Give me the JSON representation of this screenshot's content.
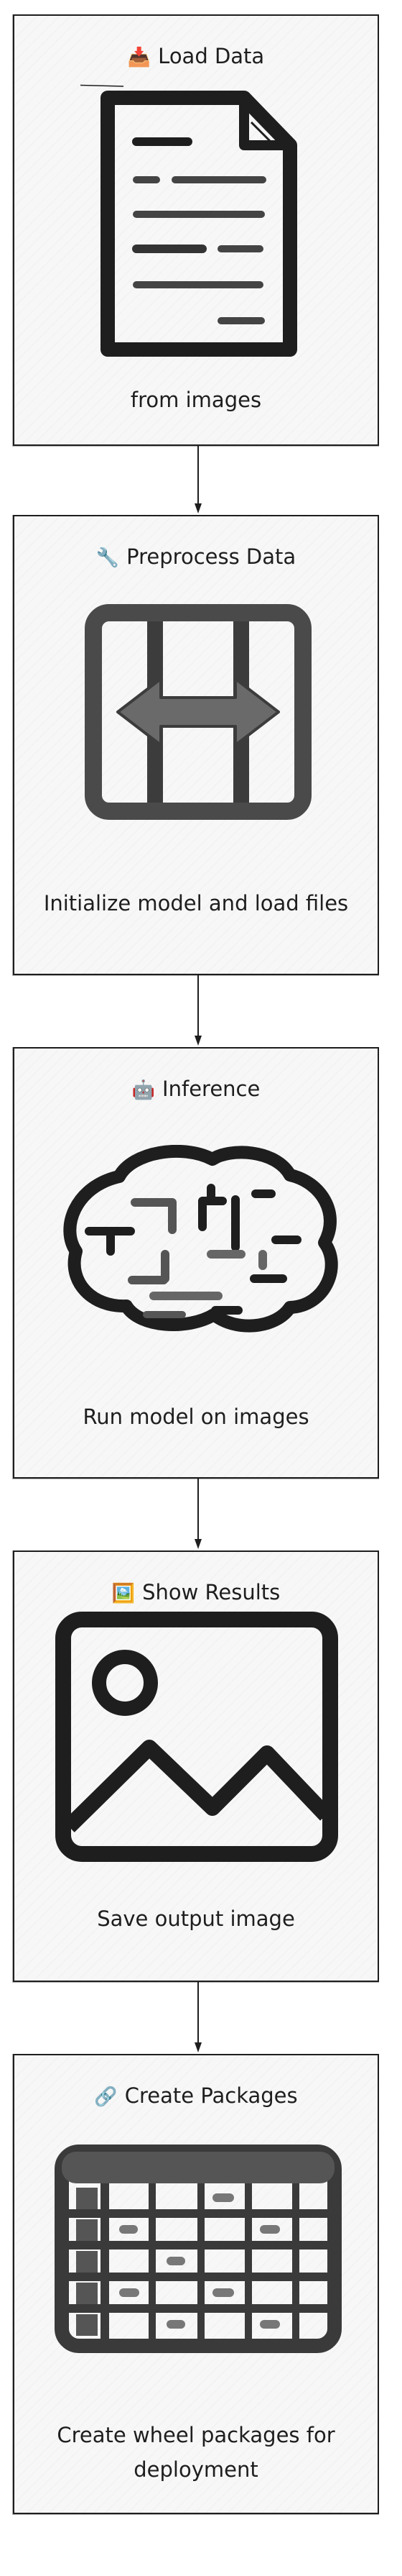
{
  "steps": [
    {
      "icon": "document-icon",
      "emoji": "📥",
      "title": "Load Data",
      "description": "from images"
    },
    {
      "icon": "split-arrows-icon",
      "emoji": "🔧",
      "title": "Preprocess Data",
      "description": "Initialize model and load files"
    },
    {
      "icon": "brain-icon",
      "emoji": "🤖",
      "title": "Inference",
      "description": "Run model on images"
    },
    {
      "icon": "image-icon",
      "emoji": "🖼️",
      "title": "Show Results",
      "description": "Save output image"
    },
    {
      "icon": "table-icon",
      "emoji": "🔗",
      "title": "Create Packages",
      "description": "Create wheel packages for deployment"
    }
  ],
  "colors": {
    "stroke": "#1e1e1e",
    "card_bg": "#f7f7f7",
    "hatch": "#6e6e6e"
  }
}
